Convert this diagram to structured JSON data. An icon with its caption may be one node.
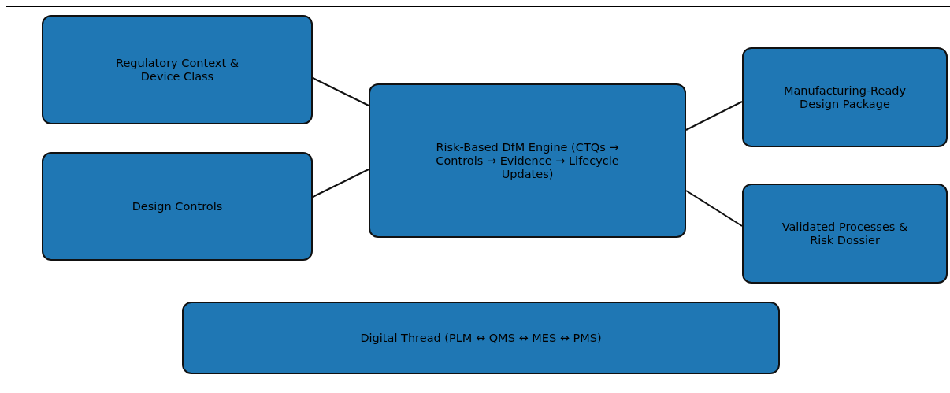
{
  "diagram": {
    "nodes": [
      {
        "text": [
          "Regulatory Context & Device Class"
        ]
      },
      {
        "text": [
          "Design Controls"
        ]
      },
      {
        "text": [
          "Risk-Based DfM Engine (CTQs → Controls → Evidence → Lifecycle Updates)"
        ]
      },
      {
        "text": [
          "Manufacturing-Ready Design Package"
        ]
      },
      {
        "text": [
          "Validated Processes & Risk Dossier"
        ]
      },
      {
        "text": [
          "Digital Thread (PLM ↔ QMS ↔ MES ↔ PMS)"
        ]
      }
    ],
    "edges": [
      {
        "from": 0,
        "to": 2,
        "arrow": "none"
      },
      {
        "from": 1,
        "to": 2,
        "arrow": "none"
      },
      {
        "from": 2,
        "to": 3,
        "arrow": "none"
      },
      {
        "from": 2,
        "to": 4,
        "arrow": "none"
      }
    ]
  }
}
